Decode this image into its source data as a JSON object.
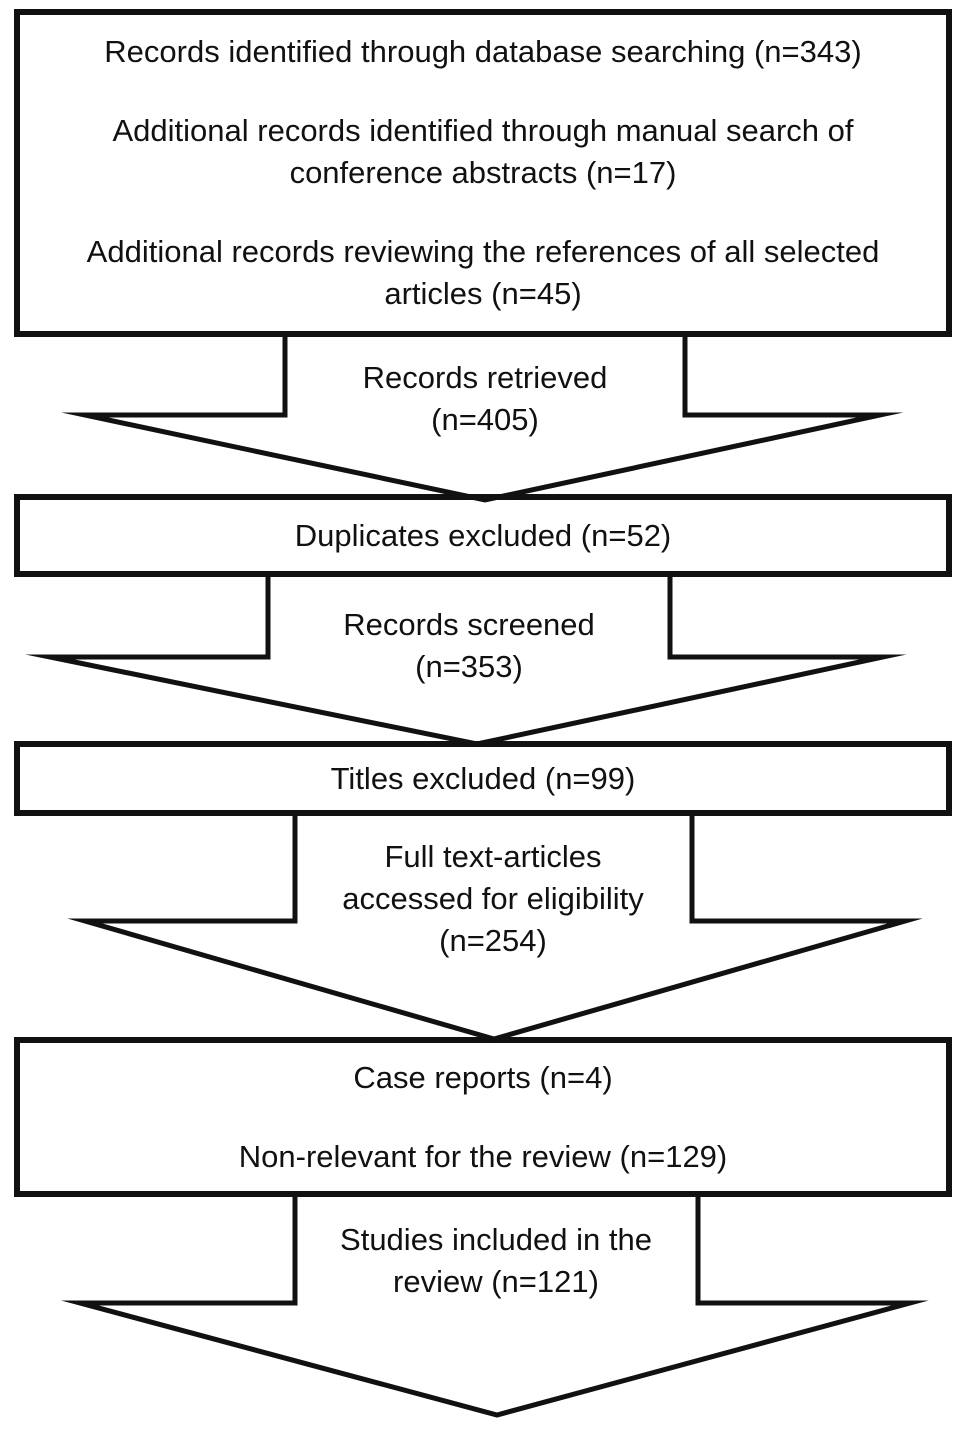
{
  "colors": {
    "ink": "#111111",
    "paper": "#ffffff"
  },
  "boxes": {
    "identification": {
      "paragraphs": [
        [
          "Records identified through database searching (n=343)"
        ],
        [
          "Additional records identified through manual search of",
          "conference abstracts (n=17)"
        ],
        [
          "Additional records reviewing the references of all selected",
          "articles (n=45)"
        ]
      ]
    },
    "duplicates_excluded": {
      "label": "Duplicates excluded (n=52)"
    },
    "titles_excluded": {
      "label": "Titles excluded (n=99)"
    },
    "fulltext_exclusions": {
      "paragraphs": [
        [
          "Case reports (n=4)"
        ],
        [
          "Non-relevant for the review (n=129)"
        ]
      ]
    }
  },
  "arrows": {
    "records_retrieved": {
      "lines": [
        "Records retrieved",
        "(n=405)"
      ]
    },
    "records_screened": {
      "lines": [
        "Records screened",
        "(n=353)"
      ]
    },
    "fulltext_eligibility": {
      "lines": [
        "Full text-articles",
        "accessed for eligibility",
        "(n=254)"
      ]
    },
    "studies_included": {
      "lines": [
        "Studies included in the",
        "review (n=121)"
      ]
    }
  }
}
